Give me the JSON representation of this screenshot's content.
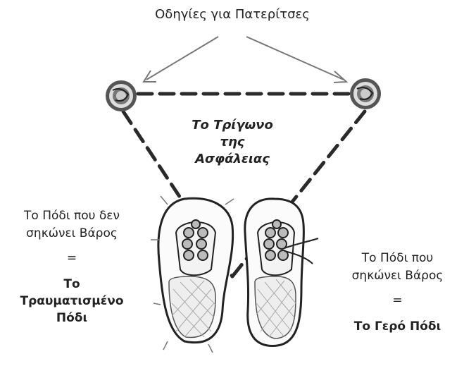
{
  "title": "Οδηγίες για Πατερίτσες",
  "triangle_label": [
    "Το Τρίγωνο",
    "της",
    "Ασφάλειας"
  ],
  "left": {
    "line1": "Το Πόδι που δεν",
    "line2": "σηκώνει Βάρος",
    "equals": "=",
    "bold_line1": "Το",
    "bold_line2": "Τραυματισμένο",
    "bold_line3": "Πόδι"
  },
  "right": {
    "line1": "Το Πόδι που",
    "line2": "σηκώνει Βάρος",
    "equals": "=",
    "bold_line1": "Το Γερό Πόδι"
  }
}
